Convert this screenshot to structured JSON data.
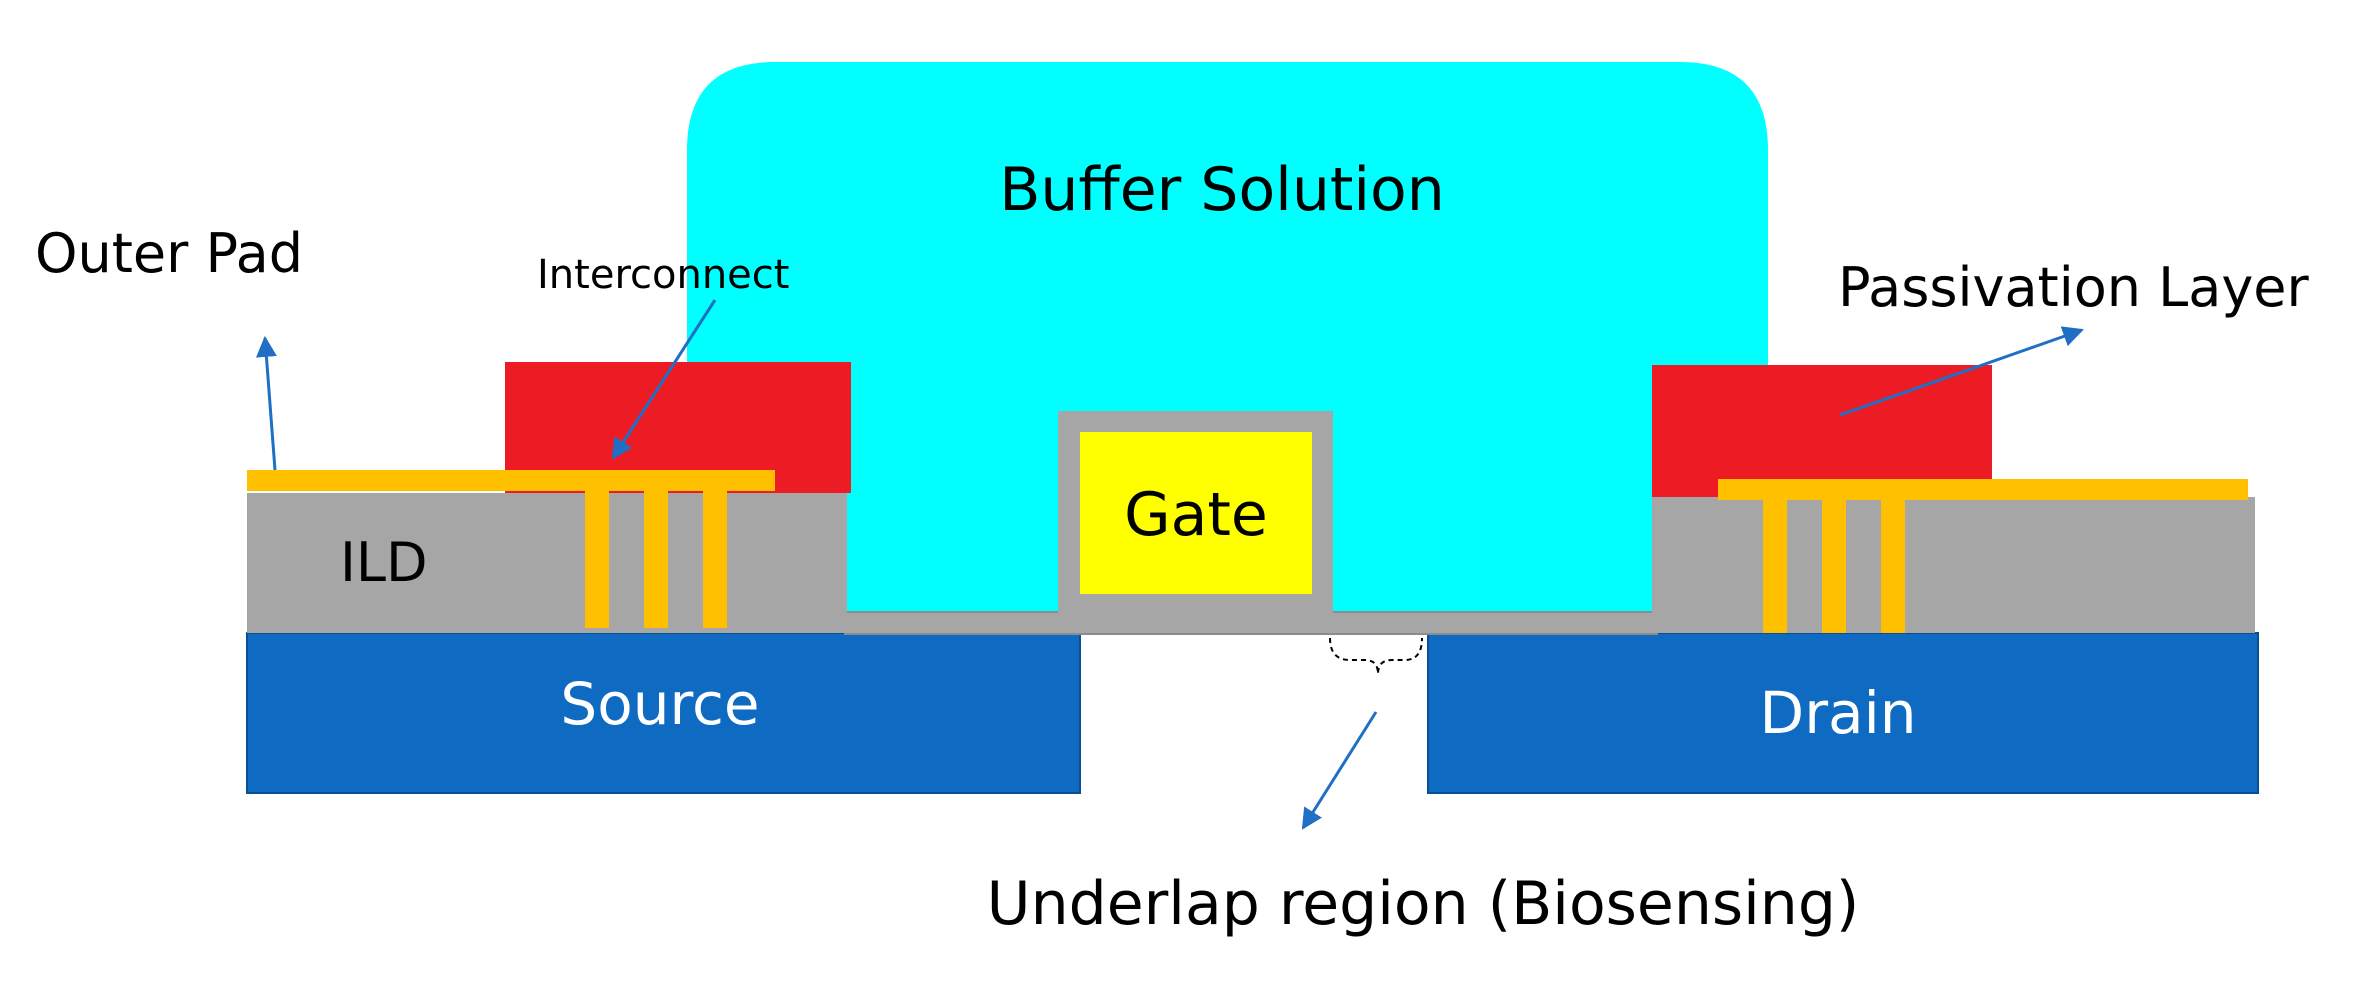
{
  "labels": {
    "buffer": "Buffer Solution",
    "outer_pad": "Outer Pad",
    "interconnect": "Interconnect",
    "passivation": "Passivation Layer",
    "ild": "ILD",
    "gate": "Gate",
    "source": "Source",
    "drain": "Drain",
    "underlap": "Underlap region (Biosensing)"
  },
  "colors": {
    "buffer": "#00FFFF",
    "passivation": "#ED1C24",
    "ild": "#A6A6A6",
    "metal": "#FFC000",
    "gate_fill": "#FFFF00",
    "gate_oxide": "#A6A6A6",
    "substrate": "#0F6AC2",
    "arrow": "#1F6FC5"
  }
}
